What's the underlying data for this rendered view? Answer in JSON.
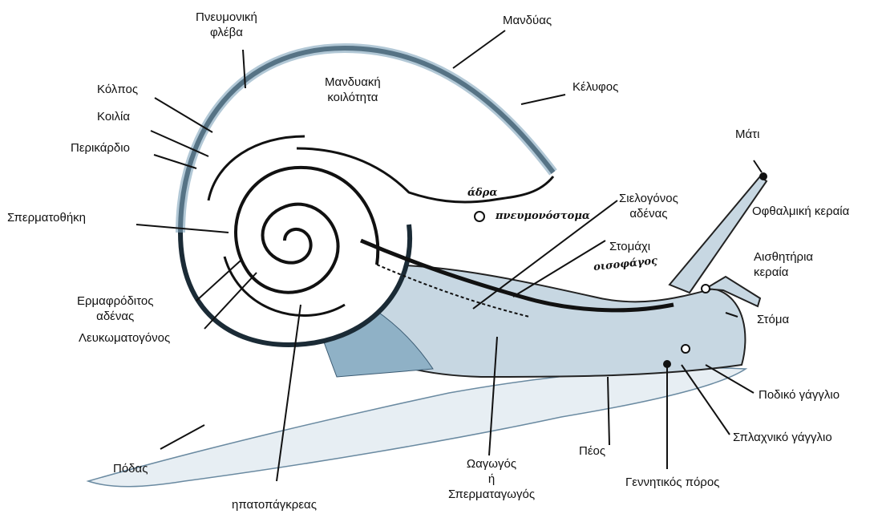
{
  "labels": {
    "pneumonic_vein": [
      "Πνευμονική",
      "φλέβα"
    ],
    "mantle": "Μανδύας",
    "mantle_cavity": [
      "Μανδυακή",
      "κοιλότητα"
    ],
    "shell": "Κέλυφος",
    "eye": "Μάτι",
    "sinus": "Κόλπος",
    "ventricle": "Κοιλία",
    "pericardium": "Περικάρδιο",
    "salivary_gland": [
      "Σιελογόνος",
      "αδένας"
    ],
    "ocular_tentacle": "Οφθαλμική κεραία",
    "spermatheca": "Σπερματοθήκη",
    "stomach": "Στομάχι",
    "sensory_tentacle": [
      "Αισθητήρια",
      "κεραία"
    ],
    "hermaphrodite_gland": [
      "Ερμαφρόδιτος",
      "αδένας"
    ],
    "mouth": "Στόμα",
    "albumen_gland": "Λευκωματογόνος",
    "pedal_ganglion": "Ποδικό γάγγλιο",
    "visceral_ganglion": "Σπλαχνικό γάγγλιο",
    "penis": "Πέος",
    "foot": "Πόδας",
    "oviduct": [
      "Ωαγωγός",
      "ή",
      "Σπερματαγωγός"
    ],
    "genital_pore": "Γεννητικός πόρος",
    "hepatopancreas": "ηπατοπάγκρεας"
  },
  "handwritten": {
    "anus": "άδρα",
    "pneumostome": "πνευμονόστομα",
    "esophagus": "οισοφάγος"
  }
}
